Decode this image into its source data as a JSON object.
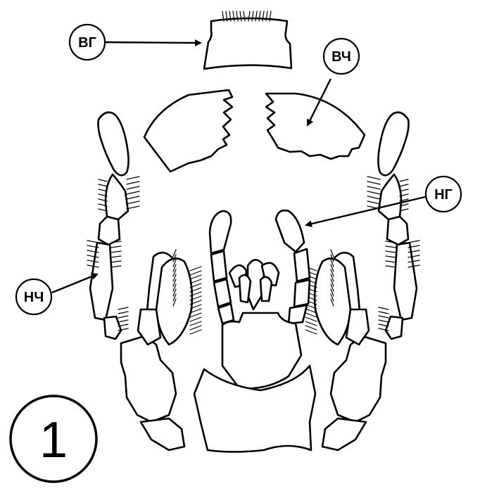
{
  "labels": {
    "upper_lip": "ВГ",
    "upper_jaw": "ВЧ",
    "lower_lip": "НГ",
    "lower_jaw": "НЧ"
  },
  "figure_number": "1",
  "colors": {
    "ink": "#000000",
    "background": "#ffffff"
  }
}
